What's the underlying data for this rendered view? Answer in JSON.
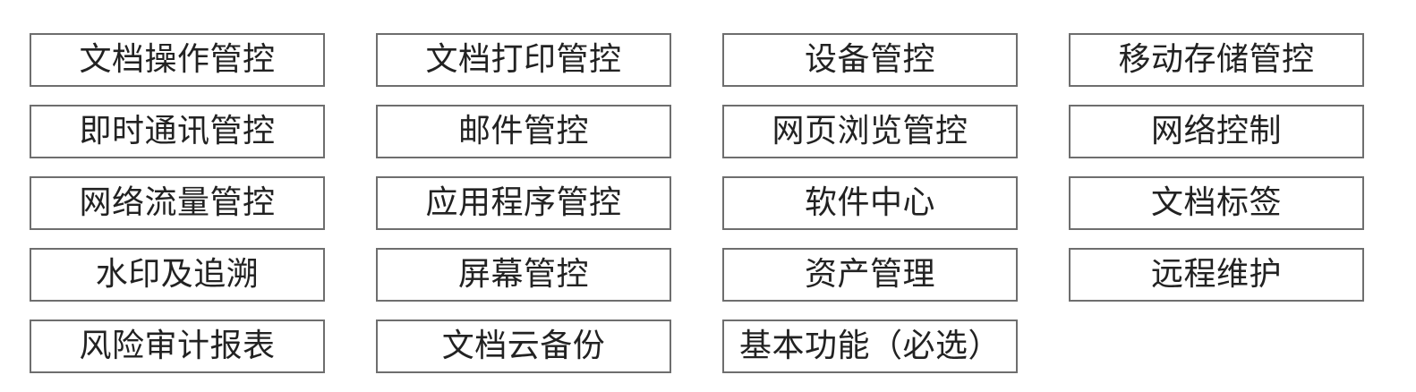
{
  "modules": [
    [
      "文档操作管控",
      "文档打印管控",
      "设备管控",
      "移动存储管控"
    ],
    [
      "即时通讯管控",
      "邮件管控",
      "网页浏览管控",
      "网络控制"
    ],
    [
      "网络流量管控",
      "应用程序管控",
      "软件中心",
      "文档标签"
    ],
    [
      "水印及追溯",
      "屏幕管控",
      "资产管理",
      "远程维护"
    ],
    [
      "风险审计报表",
      "文档云备份",
      "基本功能（必选）"
    ]
  ],
  "colors": {
    "border": "#6e6e6e",
    "text": "#222222",
    "background": "#ffffff"
  }
}
